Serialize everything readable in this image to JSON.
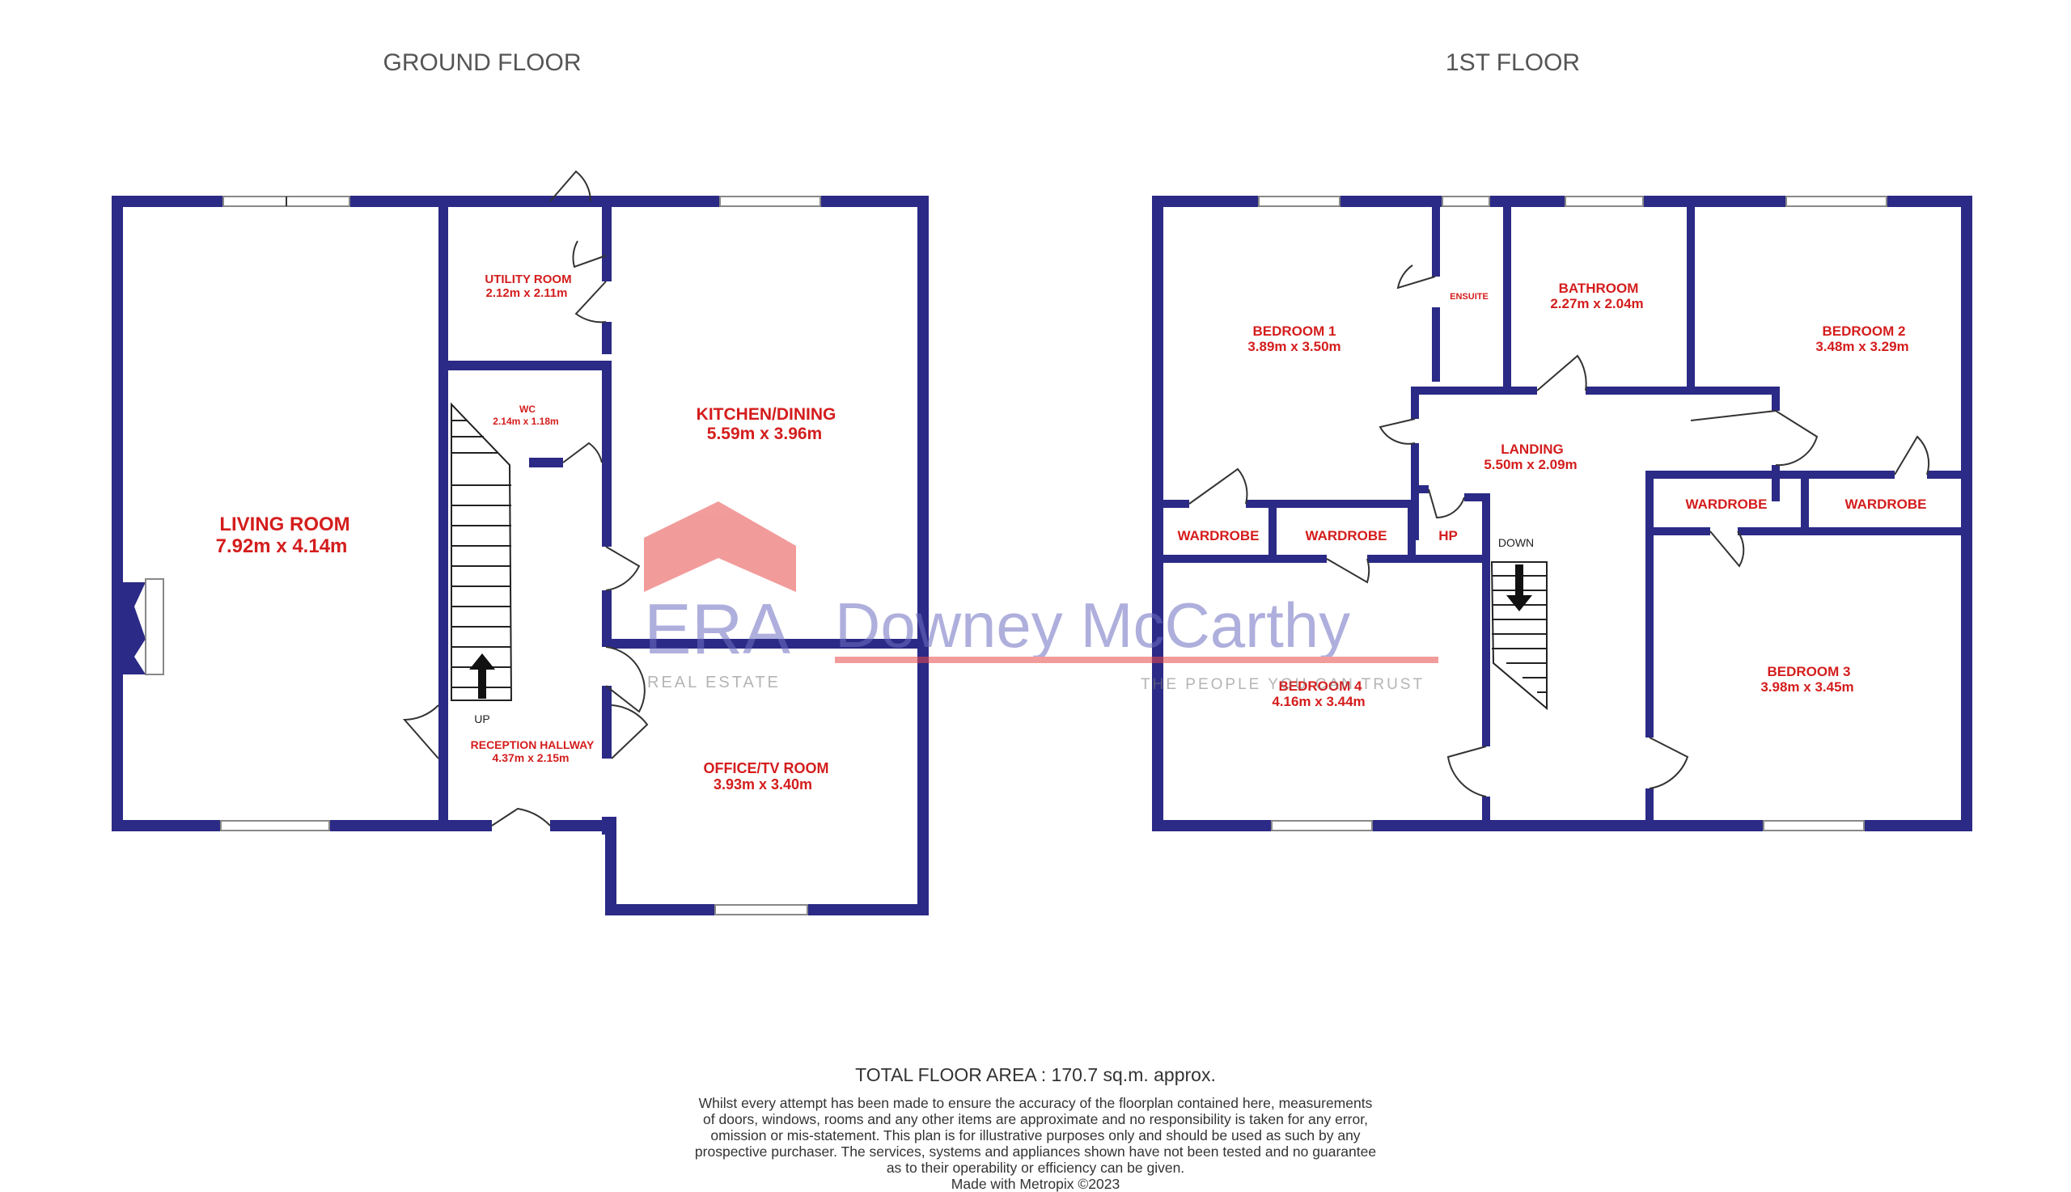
{
  "floors": {
    "ground_title": "GROUND FLOOR",
    "first_title": "1ST FLOOR"
  },
  "ground_rooms": {
    "living": {
      "name": "LIVING ROOM",
      "dims": "7.92m  x 4.14m"
    },
    "utility": {
      "name": "UTILITY ROOM",
      "dims": "2.12m  x 2.11m"
    },
    "wc": {
      "name": "WC",
      "dims": "2.14m  x 1.18m"
    },
    "kitchen": {
      "name": "KITCHEN/DINING",
      "dims": "5.59m  x 3.96m"
    },
    "hallway": {
      "name": "RECEPTION HALLWAY",
      "dims": "4.37m  x 2.15m"
    },
    "office": {
      "name": "OFFICE/TV ROOM",
      "dims": "3.93m  x 3.40m"
    },
    "stair_label": "UP"
  },
  "first_rooms": {
    "bedroom1": {
      "name": "BEDROOM 1",
      "dims": "3.89m  x 3.50m"
    },
    "ensuite": {
      "name": "ENSUITE"
    },
    "bathroom": {
      "name": "BATHROOM",
      "dims": "2.27m  x 2.04m"
    },
    "bedroom2": {
      "name": "BEDROOM 2",
      "dims": "3.48m  x 3.29m"
    },
    "landing": {
      "name": "LANDING",
      "dims": "5.50m  x 2.09m"
    },
    "wardrobe_a": {
      "name": "WARDROBE"
    },
    "wardrobe_b": {
      "name": "WARDROBE"
    },
    "hp": {
      "name": "HP"
    },
    "wardrobe_c": {
      "name": "WARDROBE"
    },
    "wardrobe_d": {
      "name": "WARDROBE"
    },
    "bedroom4": {
      "name": "BEDROOM 4",
      "dims": "4.16m  x 3.44m"
    },
    "bedroom3": {
      "name": "BEDROOM 3",
      "dims": "3.98m  x 3.45m"
    },
    "stair_label": "DOWN"
  },
  "watermark": {
    "brand_left": "ERA",
    "brand_right": "Downey McCarthy",
    "sub_left": "REAL ESTATE",
    "sub_right": "THE PEOPLE YOU CAN TRUST"
  },
  "footer": {
    "total": "TOTAL FLOOR AREA : 170.7 sq.m. approx.",
    "disclaimer": [
      "Whilst every attempt has been made to ensure the accuracy of the floorplan contained here, measurements",
      "of doors, windows, rooms and any other items are approximate and no responsibility is taken for any error,",
      "omission or mis-statement. This plan is for illustrative purposes only and should be used as such by any",
      "prospective purchaser. The services, systems and appliances shown have not been tested and no guarantee",
      "as to their operability or efficiency can be given.",
      "Made with Metropix ©2023"
    ]
  }
}
